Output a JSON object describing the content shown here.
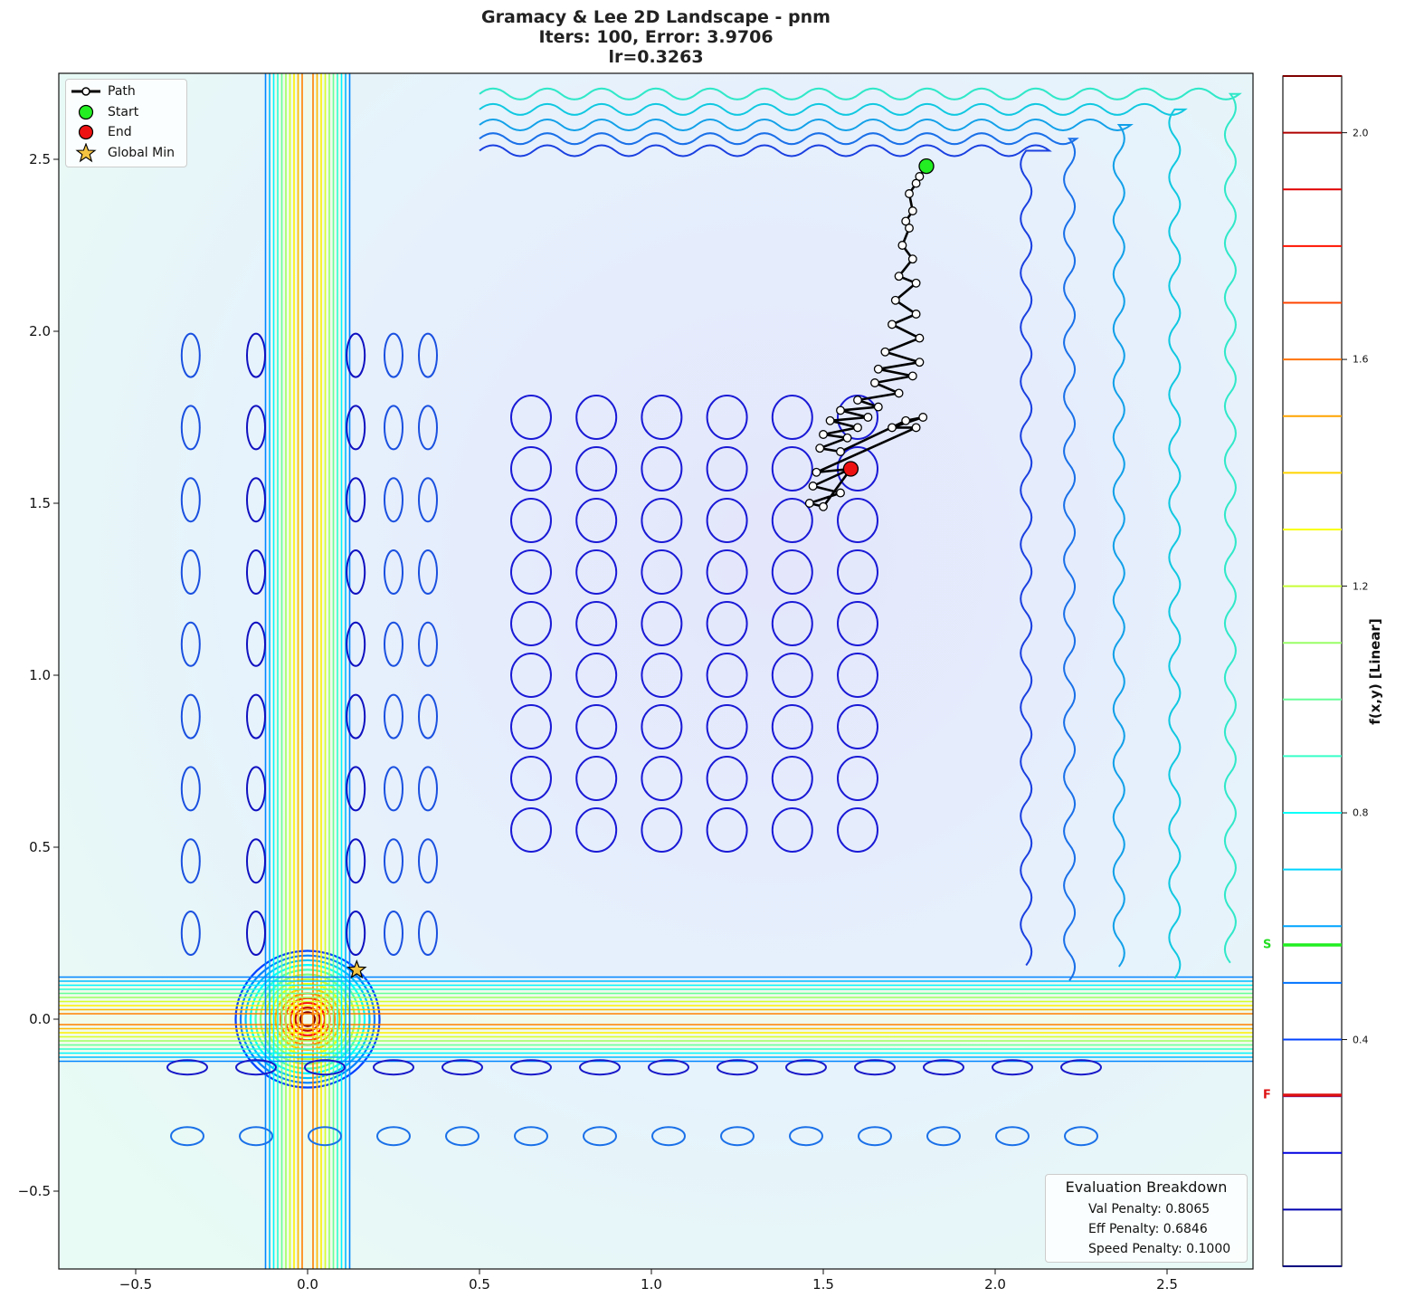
{
  "title": {
    "line1": "Gramacy & Lee 2D Landscape - pnm",
    "line2": "Iters: 100, Error: 3.9706",
    "line3": "lr=0.3263"
  },
  "legend": {
    "items": [
      {
        "label": "Path",
        "icon": "line-with-circle-marker"
      },
      {
        "label": "Start",
        "icon": "green-circle",
        "color": "#22ee22"
      },
      {
        "label": "End",
        "icon": "red-circle",
        "color": "#ee1111"
      },
      {
        "label": "Global Min",
        "icon": "gold-star",
        "color": "#f5c542"
      }
    ]
  },
  "evaluation": {
    "title": "Evaluation Breakdown",
    "val_penalty": "Val Penalty: 0.8065",
    "eff_penalty": "Eff Penalty: 0.6846",
    "speed_penalty": "Speed Penalty: 0.1000"
  },
  "colorbar": {
    "label": "f(x,y) [Linear]",
    "ticks": [
      "2.0",
      "1.6",
      "1.2",
      "0.8",
      "0.4"
    ],
    "start_marker": "S",
    "final_marker": "F",
    "start_color": "#22ee22",
    "final_color": "#dd1111"
  },
  "chart_data": {
    "type": "contour",
    "title": "Gramacy & Lee 2D Landscape - pnm\nIters: 100, Error: 3.9706\nlr=0.3263",
    "xlabel": "",
    "ylabel": "",
    "xlim": [
      -0.72,
      2.75
    ],
    "ylim": [
      -0.72,
      2.75
    ],
    "xticks": [
      "-0.5",
      "0.0",
      "0.5",
      "1.0",
      "1.5",
      "2.0",
      "2.5"
    ],
    "yticks": [
      "-0.5",
      "0.0",
      "0.5",
      "1.0",
      "1.5",
      "2.0",
      "2.5"
    ],
    "colorbar": {
      "label": "f(x,y) [Linear]",
      "range": [
        0.0,
        2.1
      ],
      "ticks": [
        0.4,
        0.8,
        1.2,
        1.6,
        2.0
      ],
      "levels_step": 0.1,
      "colormap": "jet"
    },
    "markers": {
      "start": {
        "x": 1.8,
        "y": 2.48,
        "f_level": 0.53
      },
      "end": {
        "x": 1.58,
        "y": 1.6,
        "f_level": 0.33
      },
      "global_min": {
        "x": 0.143,
        "y": 0.143
      }
    },
    "path": {
      "iterations": 100,
      "points_approx": [
        [
          1.8,
          2.48
        ],
        [
          1.78,
          2.45
        ],
        [
          1.77,
          2.43
        ],
        [
          1.75,
          2.4
        ],
        [
          1.76,
          2.35
        ],
        [
          1.74,
          2.32
        ],
        [
          1.75,
          2.3
        ],
        [
          1.73,
          2.25
        ],
        [
          1.76,
          2.21
        ],
        [
          1.72,
          2.16
        ],
        [
          1.77,
          2.14
        ],
        [
          1.71,
          2.09
        ],
        [
          1.77,
          2.05
        ],
        [
          1.7,
          2.02
        ],
        [
          1.78,
          1.98
        ],
        [
          1.68,
          1.94
        ],
        [
          1.78,
          1.91
        ],
        [
          1.66,
          1.89
        ],
        [
          1.76,
          1.87
        ],
        [
          1.65,
          1.85
        ],
        [
          1.72,
          1.82
        ],
        [
          1.6,
          1.8
        ],
        [
          1.66,
          1.78
        ],
        [
          1.55,
          1.77
        ],
        [
          1.63,
          1.75
        ],
        [
          1.52,
          1.74
        ],
        [
          1.6,
          1.72
        ],
        [
          1.5,
          1.7
        ],
        [
          1.57,
          1.69
        ],
        [
          1.49,
          1.66
        ],
        [
          1.55,
          1.65
        ],
        [
          1.74,
          1.74
        ],
        [
          1.79,
          1.75
        ],
        [
          1.7,
          1.72
        ],
        [
          1.77,
          1.72
        ],
        [
          1.48,
          1.59
        ],
        [
          1.58,
          1.6
        ],
        [
          1.47,
          1.55
        ],
        [
          1.55,
          1.53
        ],
        [
          1.46,
          1.5
        ],
        [
          1.5,
          1.49
        ],
        [
          1.58,
          1.6
        ]
      ]
    },
    "legend": [
      "Path",
      "Start",
      "End",
      "Global Min"
    ],
    "annotations": [
      "Evaluation Breakdown",
      "Val Penalty: 0.8065",
      "Eff Penalty: 0.6846",
      "Speed Penalty: 0.1000"
    ],
    "legend_position": "upper left"
  }
}
